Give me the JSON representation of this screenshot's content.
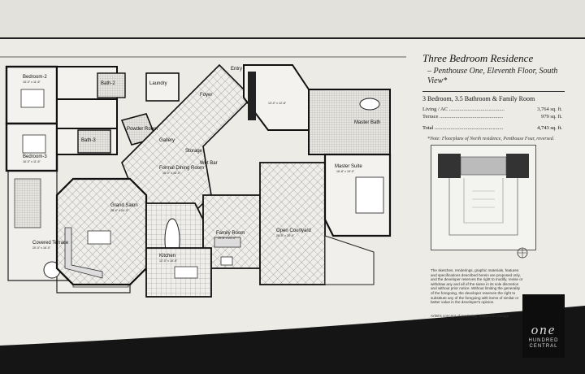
{
  "header": {
    "title": "Three Bedroom Residence",
    "subtitle": "– Penthouse One, Eleventh Floor, South View*"
  },
  "summary": {
    "config": "3 Bedroom, 3.5 Bathroom & Family Room",
    "living_label": "Living / AC ..........................................",
    "living_value": "3,764 sq. ft.",
    "terrace_label": "Terrace ................................................",
    "terrace_value": "979 sq. ft.",
    "total_label": "Total ....................................................",
    "total_value": "4,743 sq. ft.",
    "note": "*Note: Floorplans of North residence, Penthouse Four, reversed."
  },
  "rooms": {
    "bedroom2": "Bedroom-2",
    "bedroom2_dim": "15'-0\" x 11'-6\"",
    "bedroom3": "Bedroom-3",
    "bedroom3_dim": "16'-0\" x 11'-6\"",
    "bath2": "Bath-2",
    "bath3": "Bath-3",
    "laundry": "Laundry",
    "powder": "Powder Room",
    "foyer": "Foyer",
    "entry": "Entry",
    "gallery": "Gallery",
    "storage": "Storage",
    "wetbar": "Wet Bar",
    "formal_dining": "Formal Dining Room",
    "formal_dining_dim": "15'-0\" x 16'-0\"",
    "grand_salon": "Grand Salon",
    "grand_salon_dim": "28'-6\" x 24'-0\"",
    "family_room": "Family Room",
    "family_room_dim": "19'-8\" x 21'-4\"",
    "kitchen": "Kitchen",
    "kitchen_dim": "12'-0\" x 16'-8\"",
    "master_bath": "Master Bath",
    "master_suite": "Master Suite",
    "master_suite_dim": "16'-8\" x 19'-0\"",
    "covered_terrace": "Covered Terrace",
    "covered_terrace_dim": "20'-0\" x 16'-0\"",
    "open_courtyard": "Open Courtyard",
    "open_courtyard_dim": "28'-0\" x 20'-0\"",
    "closet_dim": "13'-0\" x 12'-8\""
  },
  "disclaimer": "The sketches, renderings, graphic materials, features and specifications described herein are proposed only, and the developer reserves the right to modify, revise or withdraw any and all of the same in its sole discretion and without prior notice. Without limiting the generality of the foregoing, the developer reserves the right to substitute any of the foregoing with items of similar or better value in the developer's opinion.",
  "disclaimer2": "Artist's concept of rendering. Subject to change.",
  "logo": {
    "word": "one",
    "line1": "HUNDRED",
    "line2": "CENTRAL"
  },
  "colors": {
    "paper": "#ecebe6",
    "ink": "#111111",
    "frame": "#2a2a2a"
  }
}
